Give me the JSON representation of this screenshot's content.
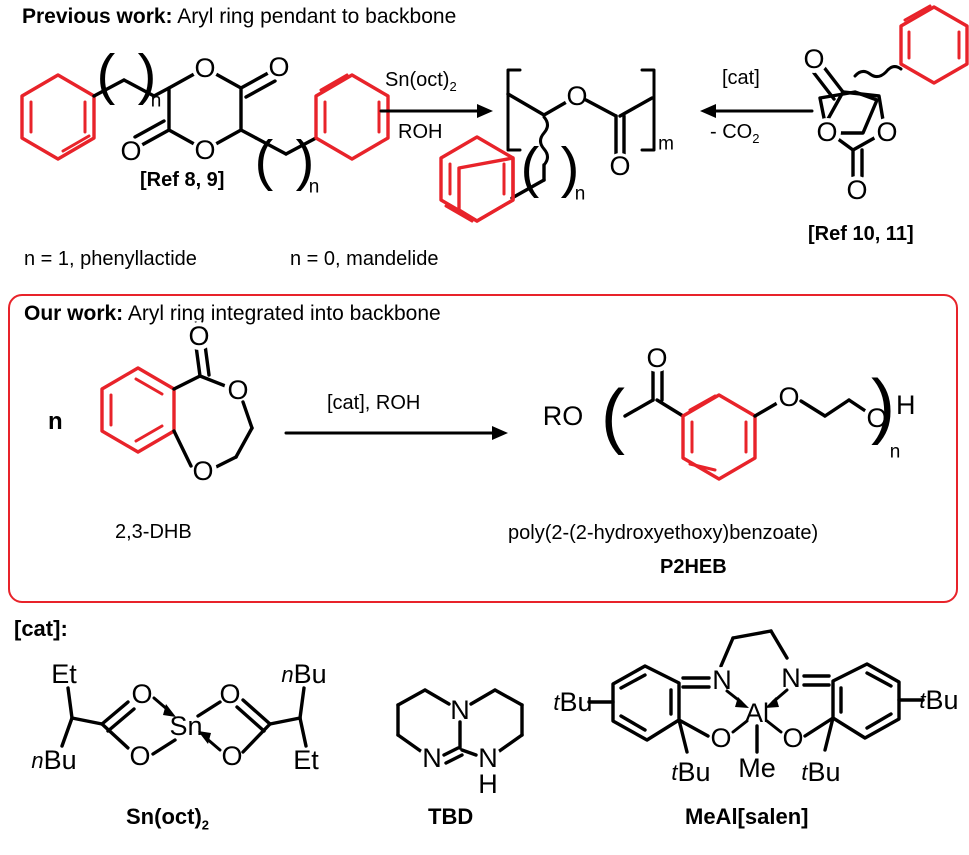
{
  "scheme": {
    "previous_work": {
      "heading_bold": "Previous work:",
      "heading_rest": " Aryl ring pendant to backbone",
      "reactant_label": "[Ref 8, 9]",
      "reagent_top": "Sn(oct)",
      "reagent_top_sub": "2",
      "reagent_bottom": "ROH",
      "right_reagent_top": "[cat]",
      "right_reagent_bottom_pre": "- CO",
      "right_reagent_bottom_sub": "2",
      "right_reactant_label": "[Ref 10, 11]",
      "note_left": "n = 1, phenyllactide",
      "note_right": "n = 0, mandelide",
      "repeat_n": "n",
      "repeat_m": "m",
      "atoms": {
        "O": "O"
      }
    },
    "our_work": {
      "heading_bold": "Our work:",
      "heading_rest": " Aryl ring integrated into backbone",
      "stoich": "n",
      "monomer_name": "2,3-DHB",
      "reagent": "[cat], ROH",
      "product_name": "poly(2-(2-hydroxyethoxy)benzoate)",
      "product_abbrev": "P2HEB",
      "end_group_left": "RO",
      "end_group_right": "H",
      "repeat_n": "n"
    },
    "catalysts": {
      "label": "[cat]:",
      "items": [
        {
          "name": "Sn(oct)",
          "name_sub": "2",
          "atoms": {
            "metal": "Sn",
            "oxygen": "O"
          },
          "substituents": [
            "Et",
            "nBu",
            "nBu",
            "Et"
          ]
        },
        {
          "name": "TBD",
          "atoms": {
            "n_bridge": "N",
            "n_imine": "N",
            "n_h": "N",
            "h": "H"
          }
        },
        {
          "name": "MeAl[salen]",
          "atoms": {
            "metal": "Al",
            "nitrogen": "N",
            "oxygen": "O",
            "methyl": "Me"
          },
          "substituents": [
            "tBu",
            "tBu",
            "tBu",
            "tBu"
          ]
        }
      ]
    }
  },
  "colors": {
    "aryl_highlight": "#e8232a",
    "box_border": "#e8232a",
    "structure": "#000000",
    "background": "#ffffff"
  }
}
